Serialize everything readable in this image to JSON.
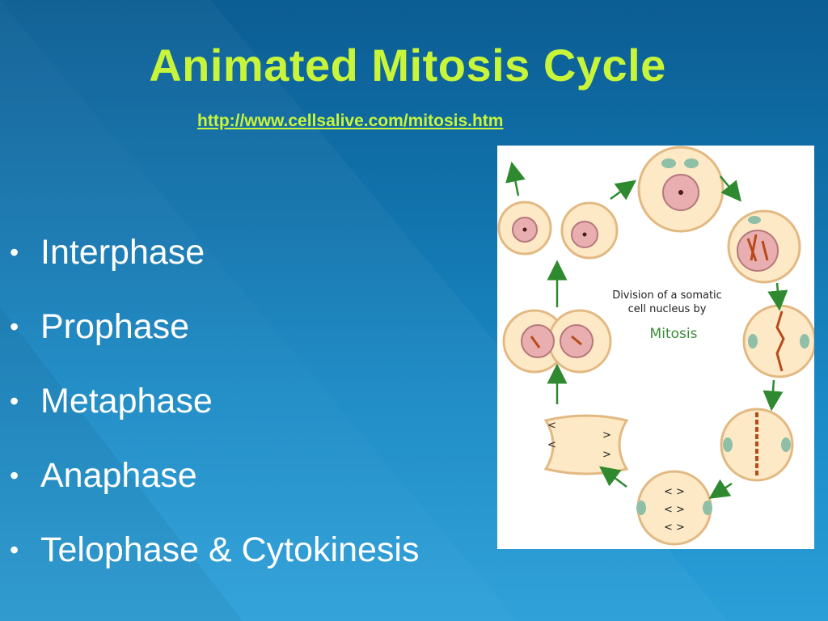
{
  "slide": {
    "title": "Animated Mitosis Cycle",
    "link": "http://www.cellsalive.com/mitosis.htm",
    "bullets": [
      "Interphase",
      "Prophase",
      "Metaphase",
      "Anaphase",
      "Telophase & Cytokinesis"
    ],
    "bullet_symbol": "•"
  },
  "figure": {
    "caption_line1": "Division of a somatic",
    "caption_line2": "cell nucleus by",
    "caption_word": "Mitosis"
  },
  "colors": {
    "title": "#c8f53a",
    "bullet_text": "#ffffff",
    "cell_fill": "#fde9c6",
    "nucleus_fill": "#e8aeb0",
    "arrow": "#2f8a2f"
  }
}
